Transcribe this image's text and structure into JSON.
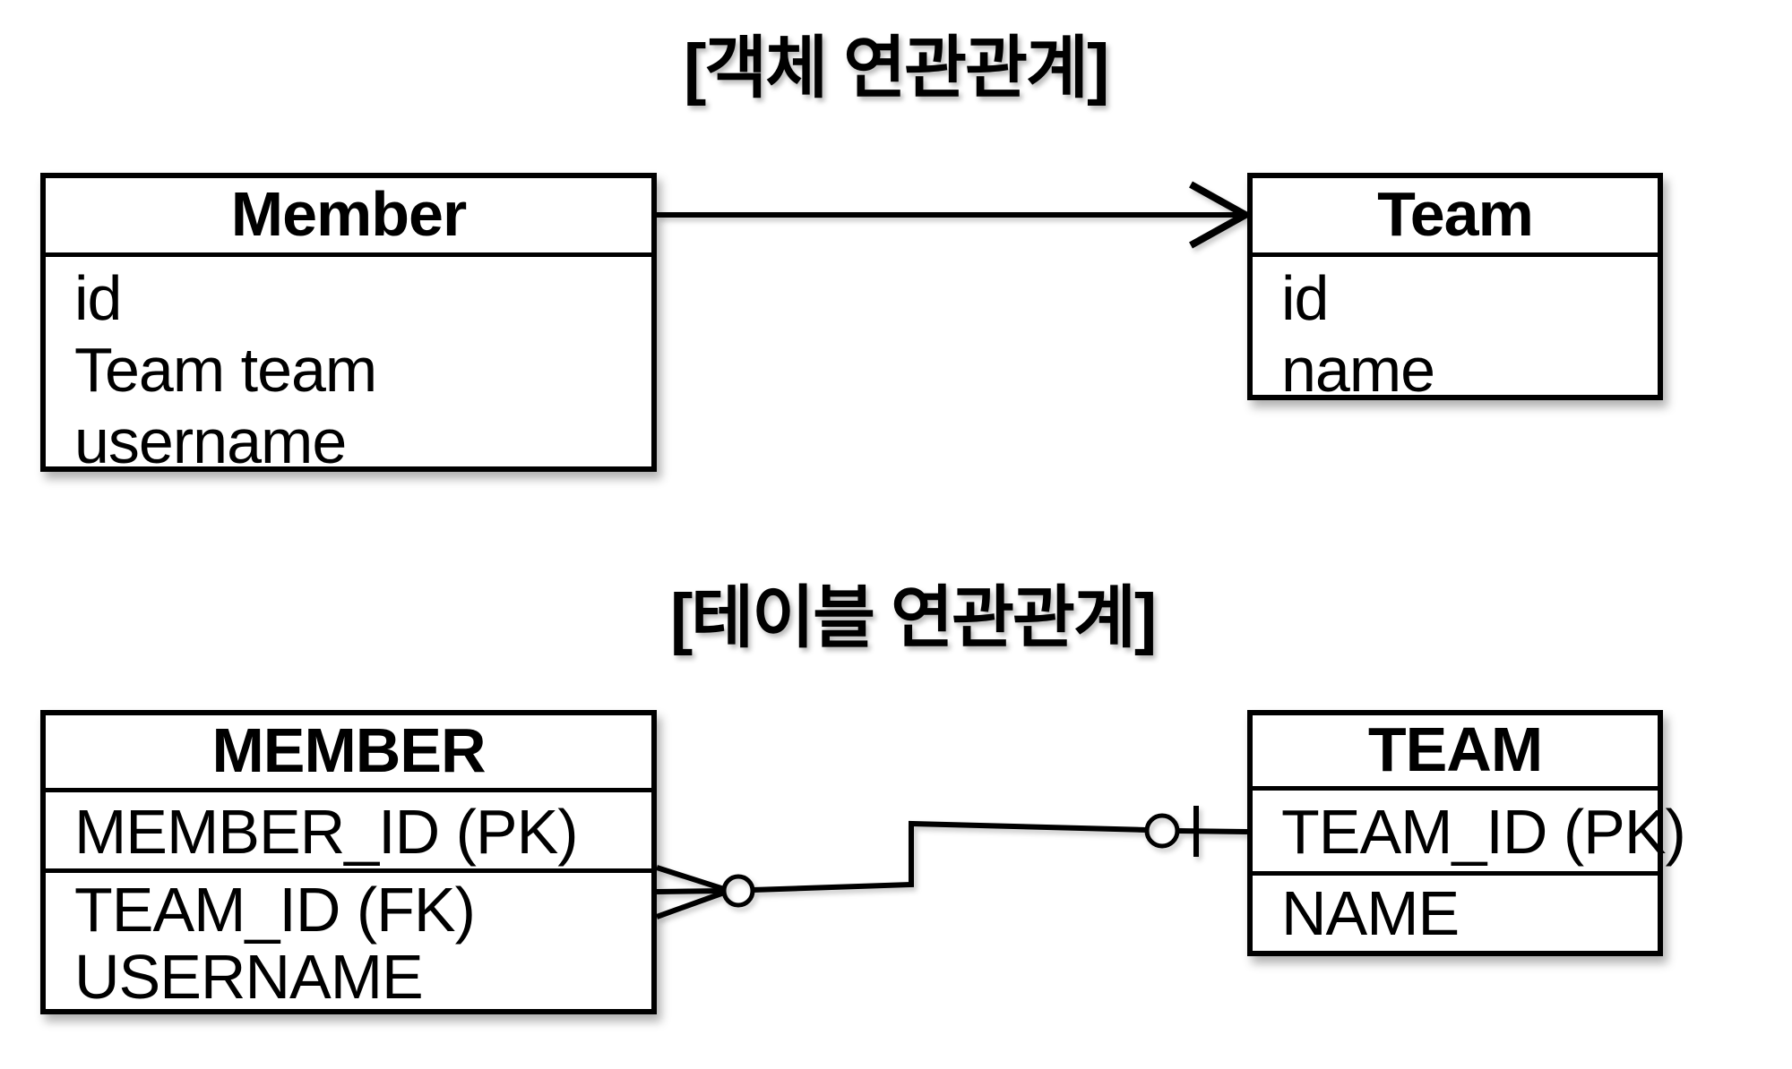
{
  "colors": {
    "ink": "#000000",
    "paper": "#ffffff"
  },
  "object_diagram": {
    "title": "[객체 연관관계]",
    "member_class": {
      "name": "Member",
      "fields": [
        "id",
        "Team team",
        "username"
      ]
    },
    "team_class": {
      "name": "Team",
      "fields": [
        "id",
        "name"
      ]
    }
  },
  "table_diagram": {
    "title": "[테이블 연관관계]",
    "member_table": {
      "name": "MEMBER",
      "primary_key": "MEMBER_ID (PK)",
      "columns": [
        "TEAM_ID (FK)",
        "USERNAME"
      ]
    },
    "team_table": {
      "name": "TEAM",
      "primary_key": "TEAM_ID (PK)",
      "columns": [
        "NAME"
      ]
    }
  }
}
